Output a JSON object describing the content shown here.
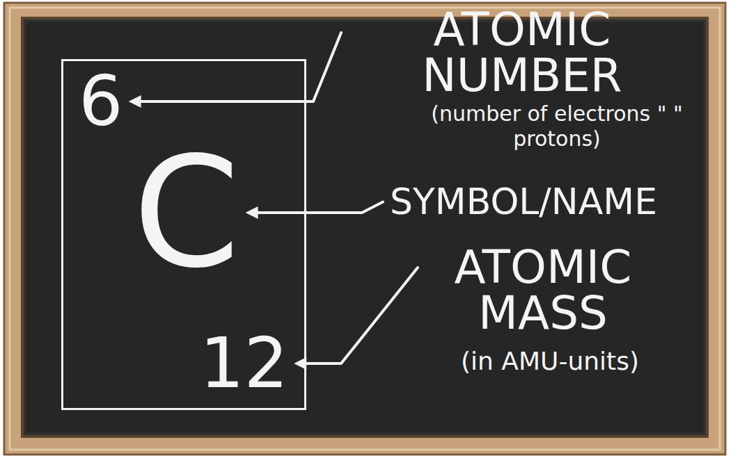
{
  "diagram": {
    "nodes": [
      {
        "text": [
          "6",
          "C",
          "12"
        ]
      }
    ],
    "labels": [
      "ATOMIC NUMBER",
      "(number of electrons \" \" protons)",
      "SYMBOL/NAME",
      "ATOMIC MASS",
      "(in AMU-units)"
    ]
  }
}
